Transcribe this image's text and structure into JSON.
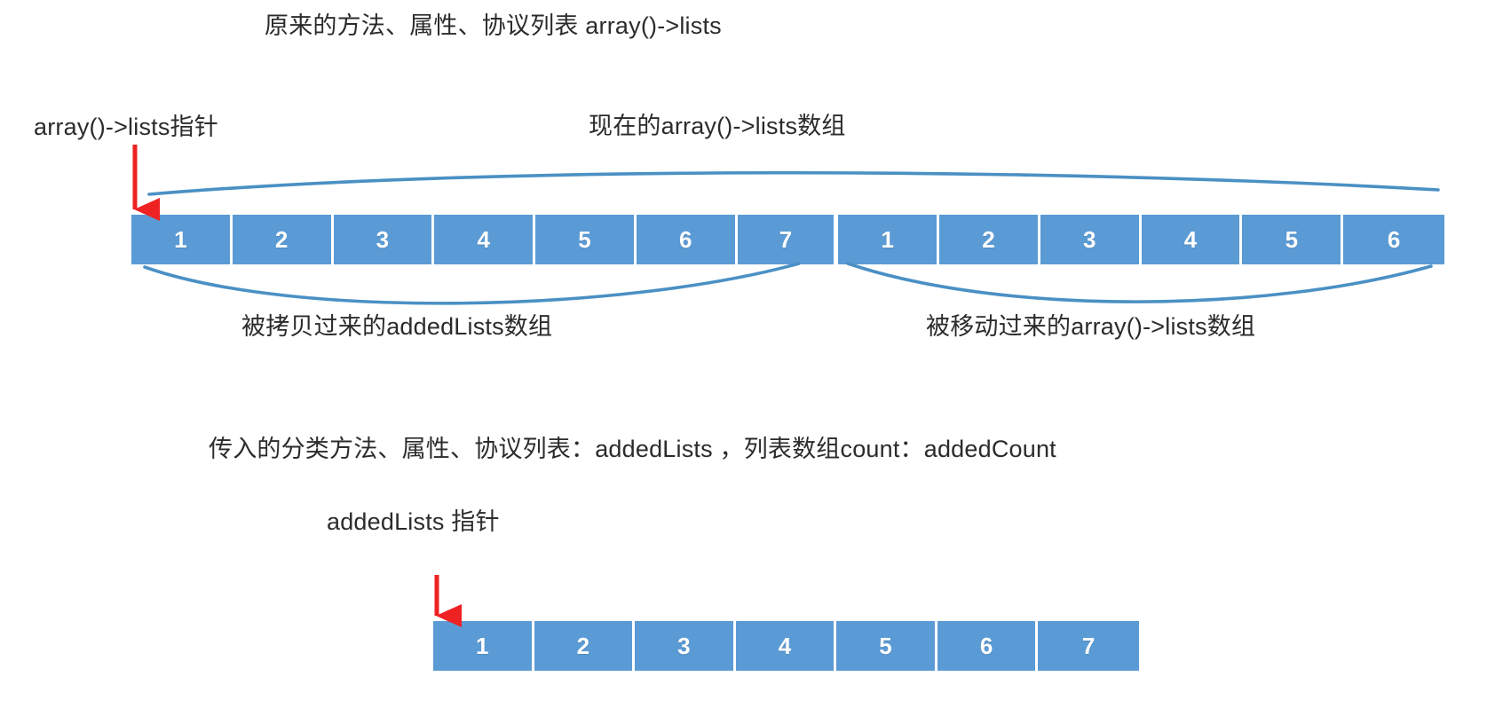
{
  "diagram": {
    "title_top": "原来的方法、属性、协议列表 array()->lists",
    "label_pointer_top": "array()->lists指针",
    "label_now_array": "现在的array()->lists数组",
    "label_copied_segment": "被拷贝过来的addedLists数组",
    "label_moved_segment": "被移动过来的array()->lists数组",
    "label_params": "传入的分类方法、属性、协议列表：addedLists ，列表数组count：addedCount",
    "label_pointer_bottom": "addedLists 指针",
    "colors": {
      "cell_fill": "#5b9bd5",
      "connector": "#4a90c4",
      "arrow": "#ee2222",
      "text": "#2b2b2b",
      "background": "#ffffff"
    },
    "main_array": {
      "name": "array()->lists",
      "cells": [
        "1",
        "2",
        "3",
        "4",
        "5",
        "6",
        "7",
        "1",
        "2",
        "3",
        "4",
        "5",
        "6"
      ],
      "copied_segment_cells": [
        "1",
        "2",
        "3",
        "4",
        "5",
        "6",
        "7"
      ],
      "moved_segment_cells": [
        "1",
        "2",
        "3",
        "4",
        "5",
        "6"
      ]
    },
    "added_array": {
      "name": "addedLists",
      "cells": [
        "1",
        "2",
        "3",
        "4",
        "5",
        "6",
        "7"
      ]
    }
  }
}
